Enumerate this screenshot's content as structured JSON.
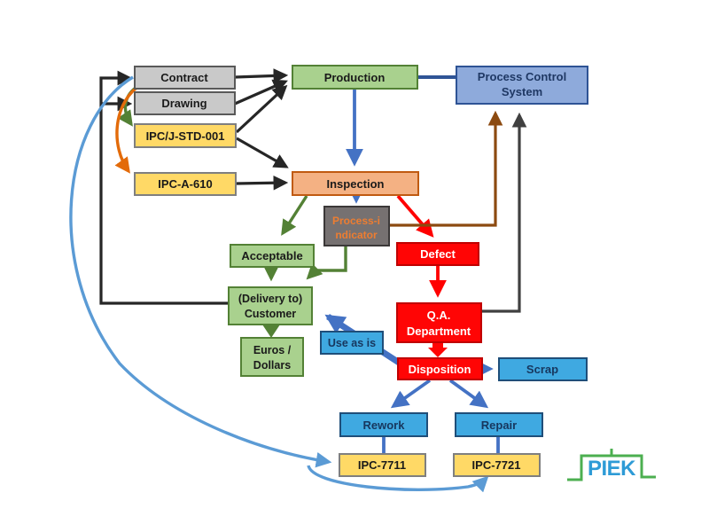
{
  "nodes": {
    "contract": {
      "label": "Contract"
    },
    "drawing": {
      "label": "Drawing"
    },
    "ipc_j_std_001": {
      "label": "IPC/J-STD-001"
    },
    "ipc_a_610": {
      "label": "IPC-A-610"
    },
    "production": {
      "label": "Production"
    },
    "process_control": {
      "line1": "Process Control",
      "line2": "System"
    },
    "inspection": {
      "label": "Inspection"
    },
    "process_indicator": {
      "line1": "Process-i",
      "line2": "ndicator"
    },
    "acceptable": {
      "label": "Acceptable"
    },
    "defect": {
      "label": "Defect"
    },
    "customer": {
      "line1": "(Delivery to)",
      "line2": "Customer"
    },
    "euros_dollars": {
      "line1": "Euros /",
      "line2": "Dollars"
    },
    "use_as_is": {
      "label": "Use as is"
    },
    "qa_department": {
      "line1": "Q.A.",
      "line2": "Department"
    },
    "disposition": {
      "label": "Disposition"
    },
    "scrap": {
      "label": "Scrap"
    },
    "rework": {
      "label": "Rework"
    },
    "repair": {
      "label": "Repair"
    },
    "ipc_7711": {
      "label": "IPC-7711"
    },
    "ipc_7721": {
      "label": "IPC-7721"
    }
  },
  "logo": {
    "text": "PIEK"
  },
  "colors": {
    "gray_box": "#C9C9C9",
    "yellow_box": "#FFD966",
    "green_box": "#A9D18E",
    "blue_box": "#8EAADB",
    "orange_box": "#F4B183",
    "dark_gray_box": "#767171",
    "red_box": "#FF0505",
    "sky_box": "#3FA9E1",
    "arrow_black": "#262626",
    "arrow_blue": "#4472C4",
    "arrow_green": "#538135",
    "arrow_red": "#FF0000",
    "arrow_orange": "#E36B0A",
    "arrow_brown": "#8C4A10",
    "arrow_dark_gray": "#404040",
    "arrow_light_blue": "#5B9BD5",
    "arrow_navy": "#2F5496",
    "logo_green": "#4CAF50",
    "logo_blue": "#2E9BD6"
  },
  "edges": [
    {
      "from": "Customer",
      "to": "Contract",
      "color": "black"
    },
    {
      "from": "Customer",
      "to": "Drawing",
      "color": "black"
    },
    {
      "from": "Contract",
      "to": "Production",
      "color": "black"
    },
    {
      "from": "Drawing",
      "to": "Production",
      "color": "black"
    },
    {
      "from": "IPC/J-STD-001",
      "to": "Production",
      "color": "black"
    },
    {
      "from": "IPC/J-STD-001",
      "to": "Inspection",
      "color": "black"
    },
    {
      "from": "IPC-A-610",
      "to": "Inspection",
      "color": "black"
    },
    {
      "from": "Contract",
      "to": "IPC/J-STD-001",
      "color": "green"
    },
    {
      "from": "Contract",
      "to": "IPC-A-610",
      "color": "orange"
    },
    {
      "from": "Contract",
      "to": "IPC-7711",
      "color": "lightblue"
    },
    {
      "from": "IPC-7711",
      "to": "IPC-7721",
      "color": "lightblue"
    },
    {
      "from": "Production",
      "to": "Process Control System",
      "color": "navy"
    },
    {
      "from": "Production",
      "to": "Inspection",
      "color": "blue"
    },
    {
      "from": "Inspection",
      "to": "Process-indicator",
      "color": "blue"
    },
    {
      "from": "Inspection",
      "to": "Acceptable",
      "color": "green"
    },
    {
      "from": "Inspection",
      "to": "Defect",
      "color": "red"
    },
    {
      "from": "Process-indicator",
      "to": "Process Control System",
      "color": "brown"
    },
    {
      "from": "Process-indicator",
      "to": "Customer",
      "color": "green"
    },
    {
      "from": "Acceptable",
      "to": "Customer",
      "color": "green"
    },
    {
      "from": "Customer",
      "to": "Euros/Dollars",
      "color": "green"
    },
    {
      "from": "Defect",
      "to": "Q.A. Department",
      "color": "red"
    },
    {
      "from": "Q.A. Department",
      "to": "Disposition",
      "color": "red"
    },
    {
      "from": "Q.A. Department",
      "to": "Process Control System",
      "color": "darkgray"
    },
    {
      "from": "Disposition",
      "to": "Customer",
      "via": "Use as is",
      "color": "blue"
    },
    {
      "from": "Disposition",
      "to": "Scrap",
      "color": "blue"
    },
    {
      "from": "Disposition",
      "to": "Rework",
      "color": "blue"
    },
    {
      "from": "Disposition",
      "to": "Repair",
      "color": "blue"
    },
    {
      "from": "Rework",
      "to": "IPC-7711",
      "color": "blue"
    },
    {
      "from": "Repair",
      "to": "IPC-7721",
      "color": "blue"
    }
  ]
}
